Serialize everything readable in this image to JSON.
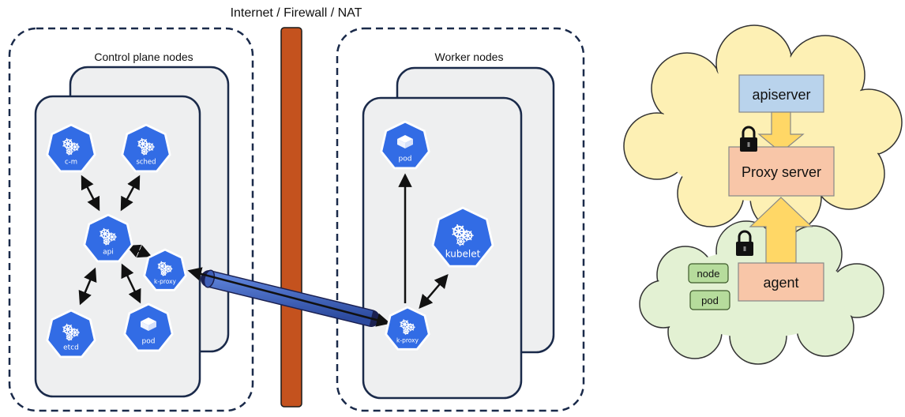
{
  "barrier_label": "Internet / Firewall / NAT",
  "control_plane": {
    "title": "Control plane nodes",
    "components": {
      "cm": "c-m",
      "sched": "sched",
      "api": "api",
      "kproxy": "k-proxy",
      "etcd": "etcd",
      "pod": "pod"
    }
  },
  "worker": {
    "title": "Worker nodes",
    "components": {
      "pod": "pod",
      "kubelet": "kubelet",
      "kproxy": "k-proxy"
    }
  },
  "proxy_panel": {
    "apiserver": "apiserver",
    "proxy_server": "Proxy server",
    "agent": "agent",
    "node_tag": "node",
    "pod_tag": "pod"
  },
  "colors": {
    "k8s_blue": "#326ce5",
    "node_border": "#1a2a4a",
    "firewall": "#c4521e",
    "tunnel": "#3f5fb8",
    "cloud_yellow": "#fdf0b4",
    "cloud_green": "#e3f1d3",
    "apiserver_fill": "#b9d3ec",
    "proxy_fill": "#f8c6a8",
    "arrow_yellow": "#ffd766",
    "tag_green": "#b6dc9c"
  },
  "icons": {
    "wheel": "k8s-helm-wheel-icon",
    "cube": "k8s-pod-cube-icon",
    "lock": "padlock-icon"
  }
}
